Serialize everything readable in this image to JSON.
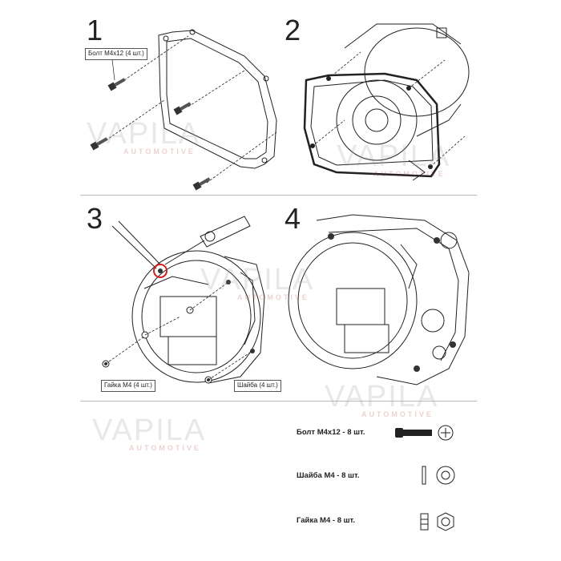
{
  "steps": {
    "s1": "1",
    "s2": "2",
    "s3": "3",
    "s4": "4"
  },
  "callouts": {
    "bolt": "Болт М4х12 (4 шт.)",
    "nut": "Гайка М4 (4 шт.)",
    "washer": "Шайба (4 шт.)"
  },
  "watermark": {
    "brand": "VAPILA",
    "sub": "AUTOMOTIVE"
  },
  "legend": {
    "bolt": "Болт М4х12 - 8 шт.",
    "washer": "Шайба М4 - 8 шт.",
    "nut": "Гайка М4 - 8 шт."
  },
  "colors": {
    "line": "#222222",
    "highlight": "#d02020",
    "watermark_red": "#b03030",
    "divider": "#bbbbbb"
  }
}
